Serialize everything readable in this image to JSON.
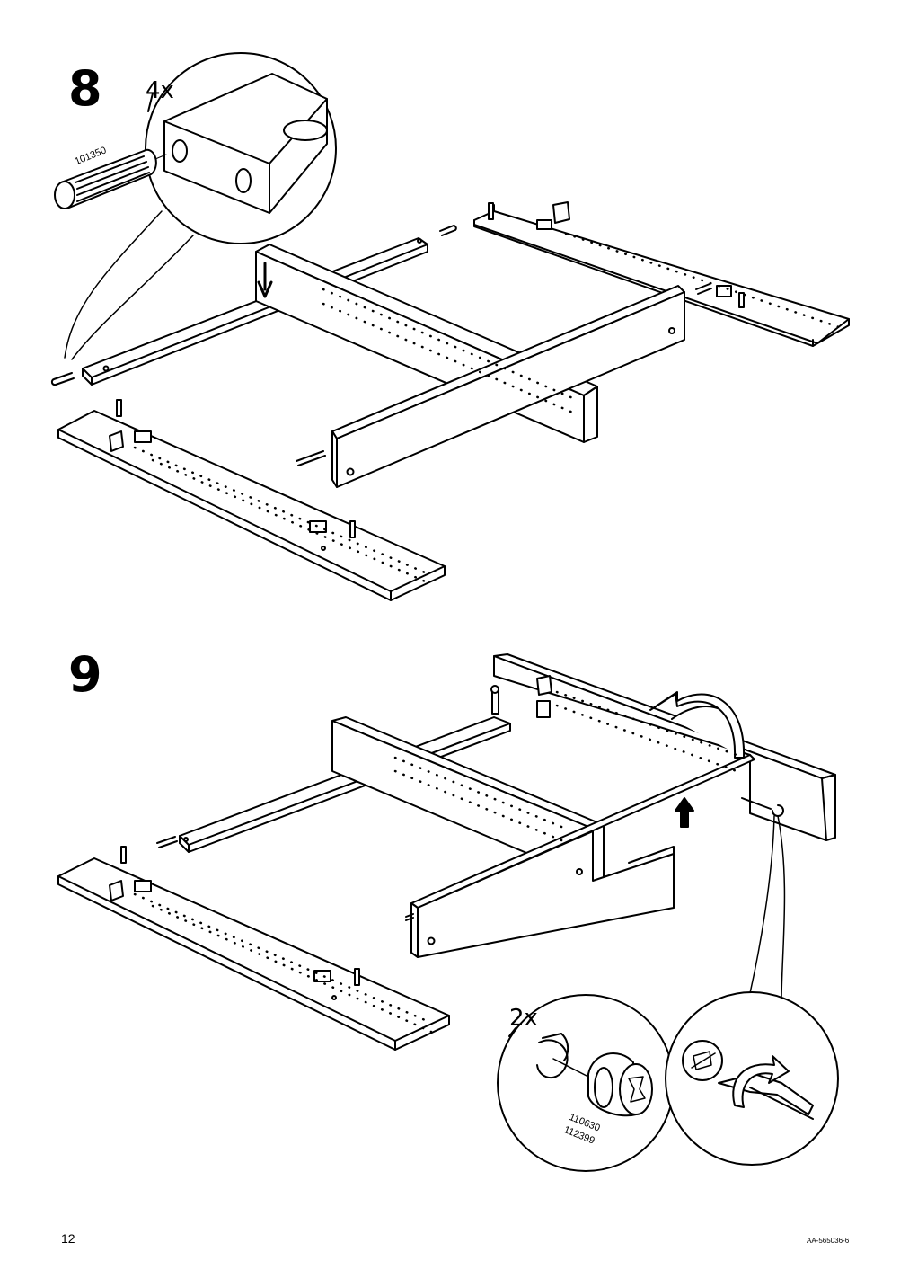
{
  "steps": [
    {
      "number": "8",
      "quantity": "4x",
      "part_number": "101350"
    },
    {
      "number": "9",
      "quantity": "2x",
      "part_numbers": [
        "110630",
        "112399"
      ]
    }
  ],
  "footer": {
    "page_number": "12",
    "document_code": "AA-565036-6"
  }
}
